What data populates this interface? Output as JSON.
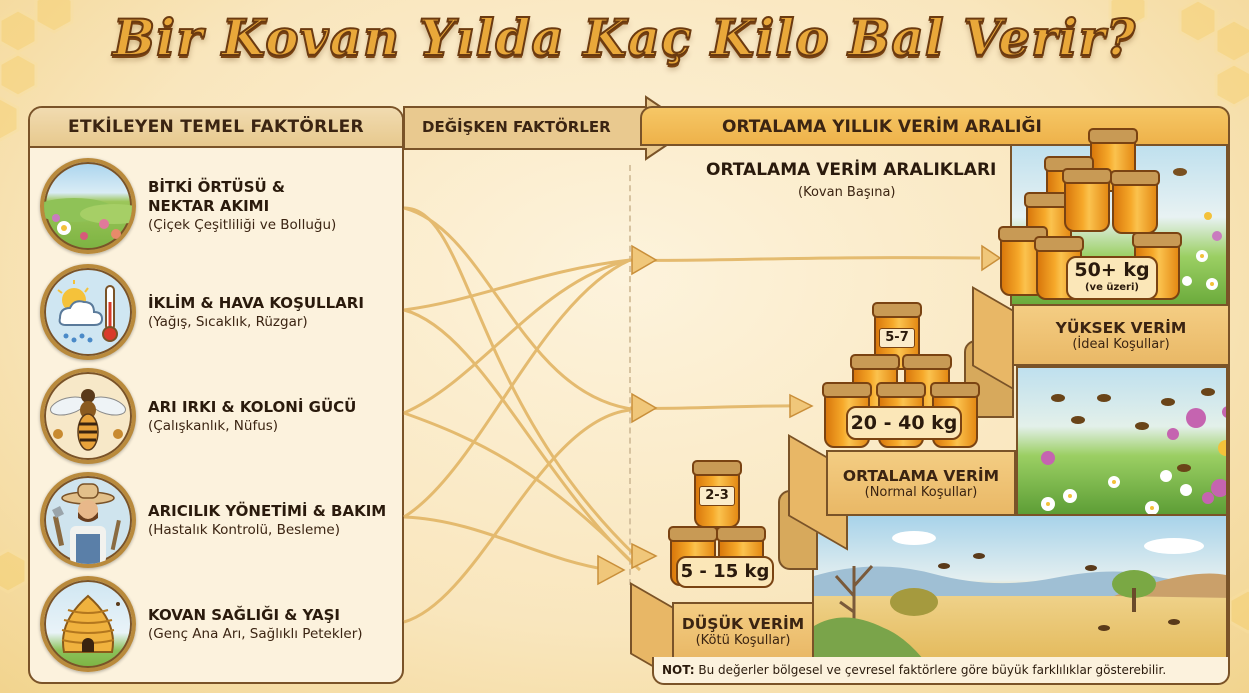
{
  "title": "Bir Kovan Yılda Kaç Kilo Bal Verir?",
  "left_panel": {
    "header": "ETKİLEYEN TEMEL FAKTÖRLER",
    "factors": [
      {
        "icon": "meadow-flowers-icon",
        "title_line1": "BİTKİ ÖRTÜSÜ &",
        "title_line2": "NEKTAR AKIMI",
        "detail": "(Çiçek Çeşitliliği ve Bolluğu)"
      },
      {
        "icon": "weather-thermometer-icon",
        "title_line1": "İKLİM & HAVA KOŞULLARI",
        "title_line2": "",
        "detail": "(Yağış, Sıcaklık, Rüzgar)"
      },
      {
        "icon": "honeybee-icon",
        "title_line1": "ARI IRKI & KOLONİ GÜCÜ",
        "title_line2": "",
        "detail": "(Çalışkanlık, Nüfus)"
      },
      {
        "icon": "beekeeper-icon",
        "title_line1": "ARICILIK YÖNETİMİ & BAKIM",
        "title_line2": "",
        "detail": "(Hastalık Kontrolü, Besleme)"
      },
      {
        "icon": "skep-beehive-icon",
        "title_line1": "KOVAN SAĞLIĞI & YAŞI",
        "title_line2": "",
        "detail": "(Genç Ana Arı, Sağlıklı Petekler)"
      }
    ]
  },
  "middle": {
    "header": "DEĞİŞKEN FAKTÖRLER"
  },
  "right_panel": {
    "header": "ORTALAMA YILLIK VERİM ARALIĞI",
    "subtitle": "ORTALAMA VERİM ARALIKLARI",
    "subtitle_caption": "(Kovan Başına)",
    "levels": [
      {
        "key": "low",
        "label": "DÜŞÜK VERİM",
        "caption": "(Kötü Koşullar)",
        "range": "5 - 15 kg",
        "jar_label": "2-3",
        "scene": "dry-savanna"
      },
      {
        "key": "mid",
        "label": "ORTALAMA VERİM",
        "caption": "(Normal Koşullar)",
        "range": "20 - 40 kg",
        "jar_label": "5-7",
        "scene": "flower-meadow"
      },
      {
        "key": "high",
        "label": "YÜKSEK VERİM",
        "caption": "(İdeal Koşullar)",
        "range": "50+ kg",
        "range_note": "(ve üzeri)",
        "scene": "lush-flowers"
      }
    ]
  },
  "note": {
    "prefix": "NOT:",
    "text": "Bu değerler bölgesel ve çevresel faktörlere göre büyük farklılıklar gösterebilir."
  },
  "colors": {
    "background": "#f9e6bd",
    "panel": "#fcf2dd",
    "border": "#7a5328",
    "honey": "#f6a92a",
    "header_gold": "#eeb24a",
    "flow_line": "#e3b86a"
  }
}
